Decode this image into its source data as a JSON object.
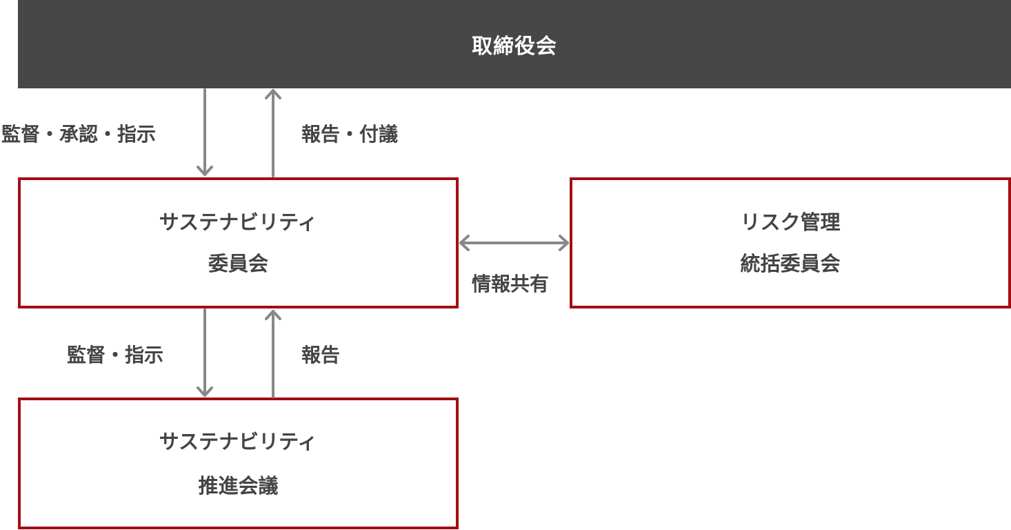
{
  "board": {
    "label": "取締役会"
  },
  "sustainability_committee": {
    "line1": "サステナビリティ",
    "line2": "委員会"
  },
  "risk_committee": {
    "line1": "リスク管理",
    "line2": "統括委員会"
  },
  "sustainability_meeting": {
    "line1": "サステナビリティ",
    "line2": "推進会議"
  },
  "flows": {
    "board_to_committee": "監督・承認・指示",
    "committee_to_board": "報告・付議",
    "committee_to_meeting": "監督・指示",
    "meeting_to_committee": "報告",
    "committee_risk_share": "情報共有"
  },
  "colors": {
    "board_fill": "#474747",
    "box_border": "#a40d14",
    "arrow": "#888888",
    "text": "#444444"
  }
}
